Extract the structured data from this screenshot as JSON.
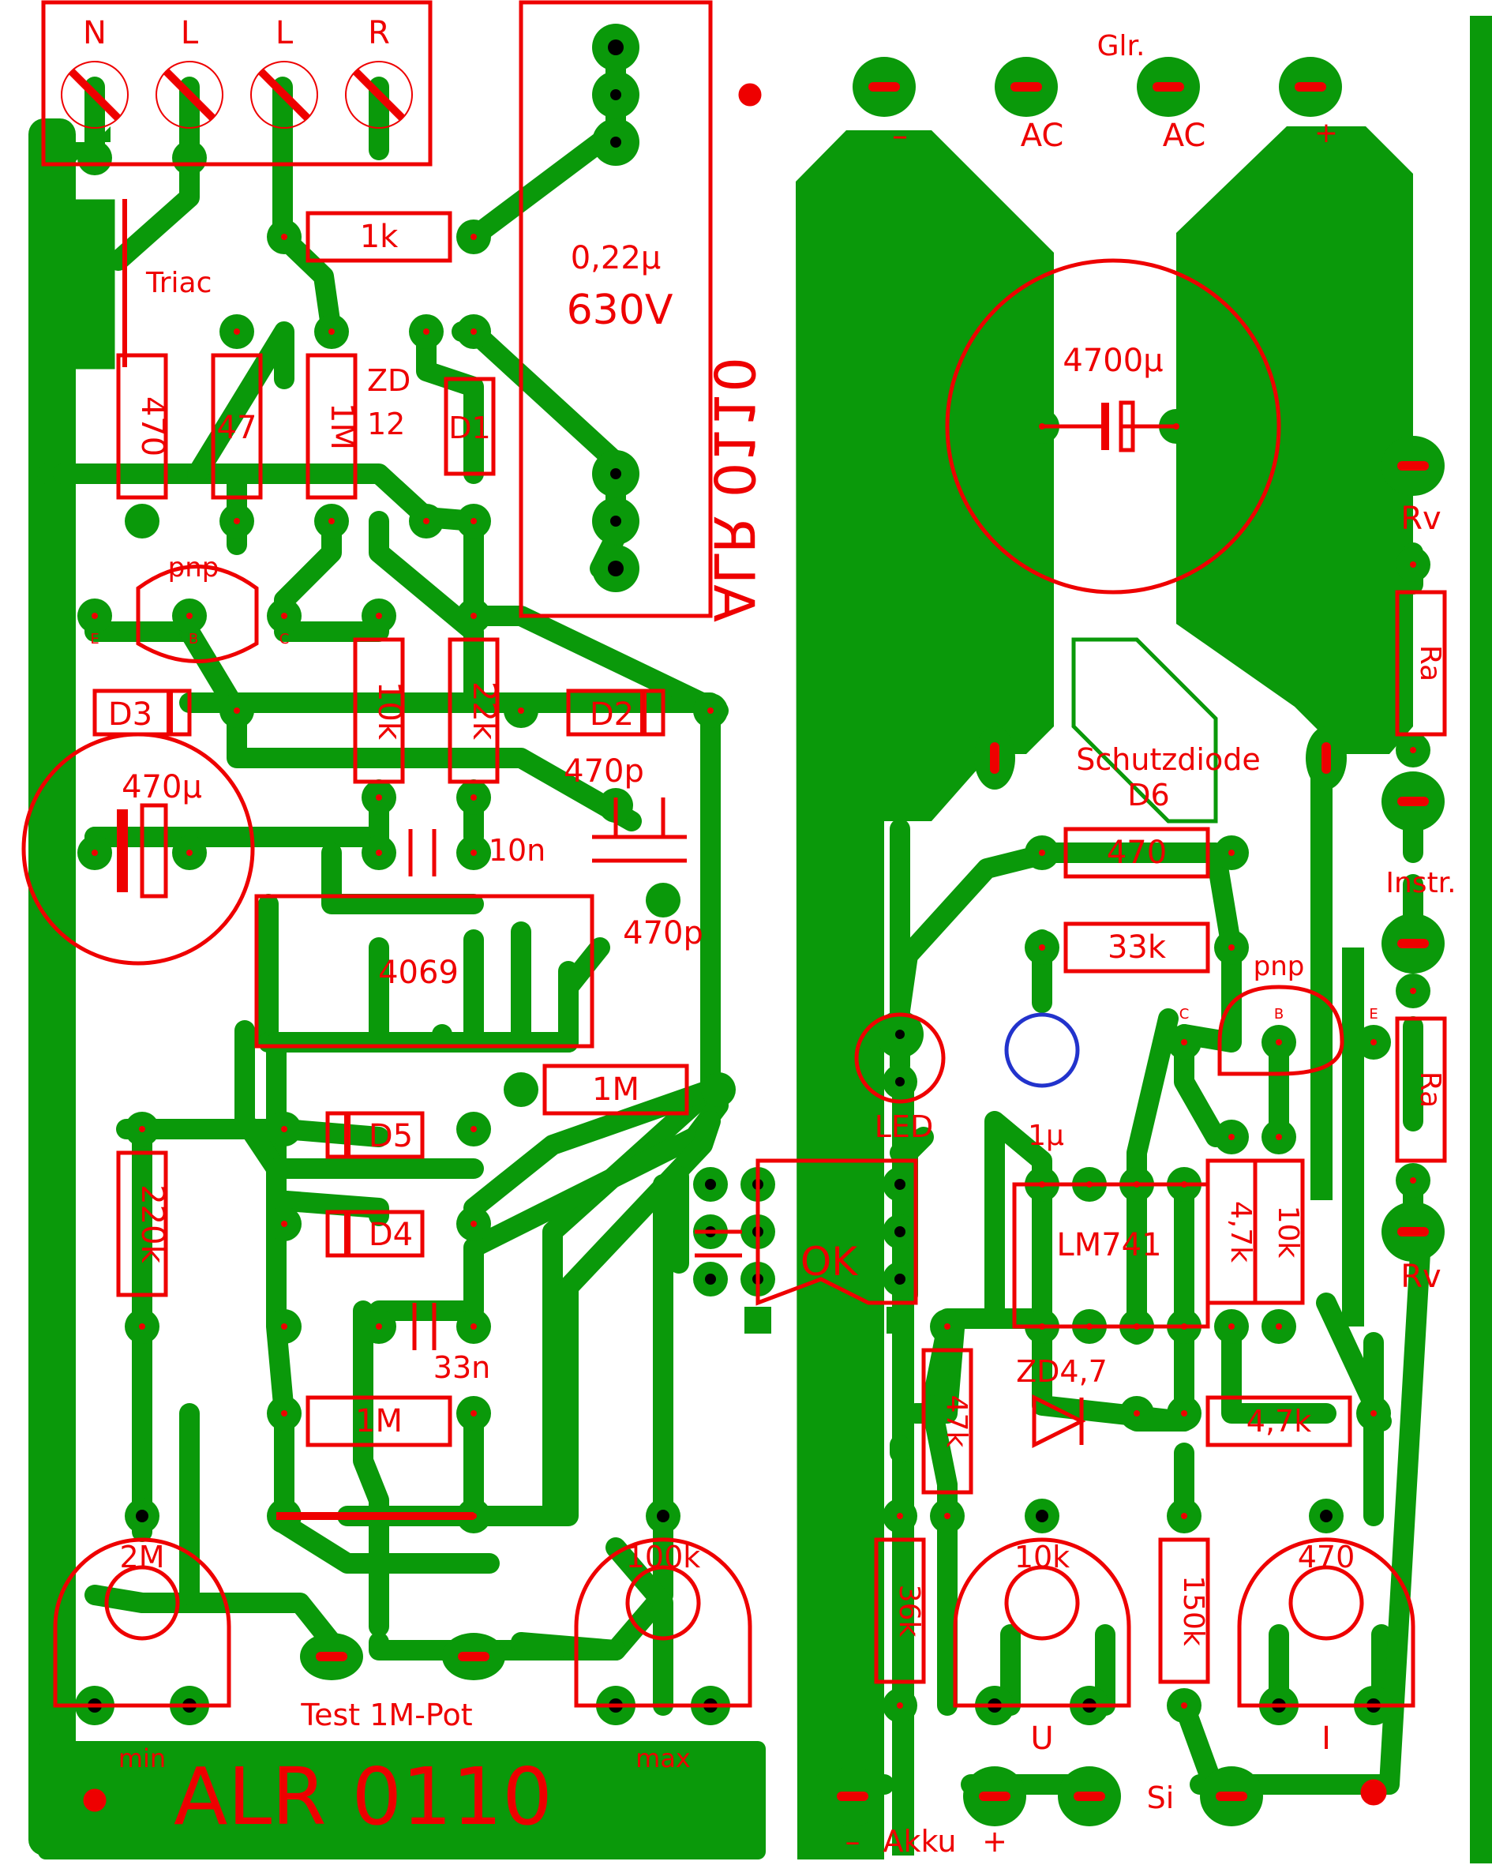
{
  "colors": {
    "copper": "#0a990a",
    "silk": "#ee0000",
    "drill": "#000000",
    "board": "#ffffff"
  },
  "board": {
    "title": "ALR 0110",
    "min": "min",
    "max": "max"
  },
  "terminals": [
    "N",
    "L",
    "L",
    "R"
  ],
  "labels": {
    "triac": "Triac",
    "r470": "470",
    "r47": "47",
    "r1M_top": "1M",
    "r1k": "1k",
    "zd12_a": "ZD",
    "zd12_b": "12",
    "d1": "D1",
    "cap_022_a": "0,22µ",
    "cap_022_b": "630V",
    "pnp_left": "pnp",
    "e_left": "E",
    "b_left": "B",
    "c_left": "C",
    "d3": "D3",
    "d2": "D2",
    "r10k": "10k",
    "r22k": "22k",
    "c470p_top": "470p",
    "c470p_bot": "470p",
    "c470u": "470µ",
    "c10n": "10n",
    "ic4069": "4069",
    "d5": "D5",
    "d4": "D4",
    "r1M_mid": "1M",
    "r220k": "220k",
    "c33n": "33n",
    "r1M_low": "1M",
    "pot2M": "2M",
    "pot100k": "100k",
    "test": "Test 1M-Pot",
    "glr": "Glr.",
    "minus_top": "–",
    "ac1": "AC",
    "ac2": "AC",
    "plus_top": "+",
    "c4700u": "4700µ",
    "rv_top": "Rv",
    "ra_top": "Ra",
    "schutz": "Schutzdiode",
    "d6": "D6",
    "r470_right": "470",
    "instr": "Instr.",
    "r33k": "33k",
    "pnp_right": "pnp",
    "c_right": "C",
    "b_right": "B",
    "e_right": "E",
    "ra_bot": "Ra",
    "led": "LED",
    "c1u": "1µ",
    "lm741": "LM741",
    "r4_7k_v": "4,7k",
    "r10k_right": "10k",
    "rv_bot": "Rv",
    "ok": "OK",
    "zd47": "ZD4,7",
    "r47k": "47k",
    "r4_7k_h": "4,7k",
    "r36k": "36k",
    "pot10k": "10k",
    "r150k": "150k",
    "pot470": "470",
    "u": "U",
    "i": "I",
    "akku": "Akku",
    "akku_minus": "–",
    "akku_plus": "+",
    "si": "Si",
    "mirror_text": "ALR 0110"
  }
}
